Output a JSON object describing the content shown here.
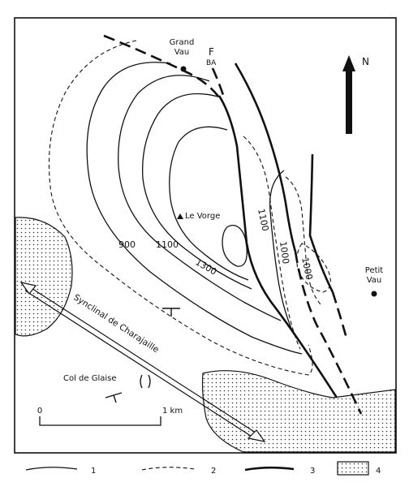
{
  "places": {
    "grand_vau_line1": "Grand",
    "grand_vau_line2": "Vau",
    "petit_vau_line1": "Petit",
    "petit_vau_line2": "Vau",
    "le_vorge": "Le Vorge",
    "col_de_glaise": "Col de Glaise",
    "syncline": "Synclinal de Charajaille"
  },
  "fault_label": {
    "letter": "F",
    "code": "BA"
  },
  "north_label": "N",
  "contours": {
    "c900": "900",
    "c1000": "1000",
    "c1100": "1100",
    "c1300": "1300"
  },
  "scale": {
    "start": "0",
    "end": "1 km"
  },
  "legend": {
    "item1": "1",
    "item2": "2",
    "item3": "3",
    "item4": "4"
  }
}
